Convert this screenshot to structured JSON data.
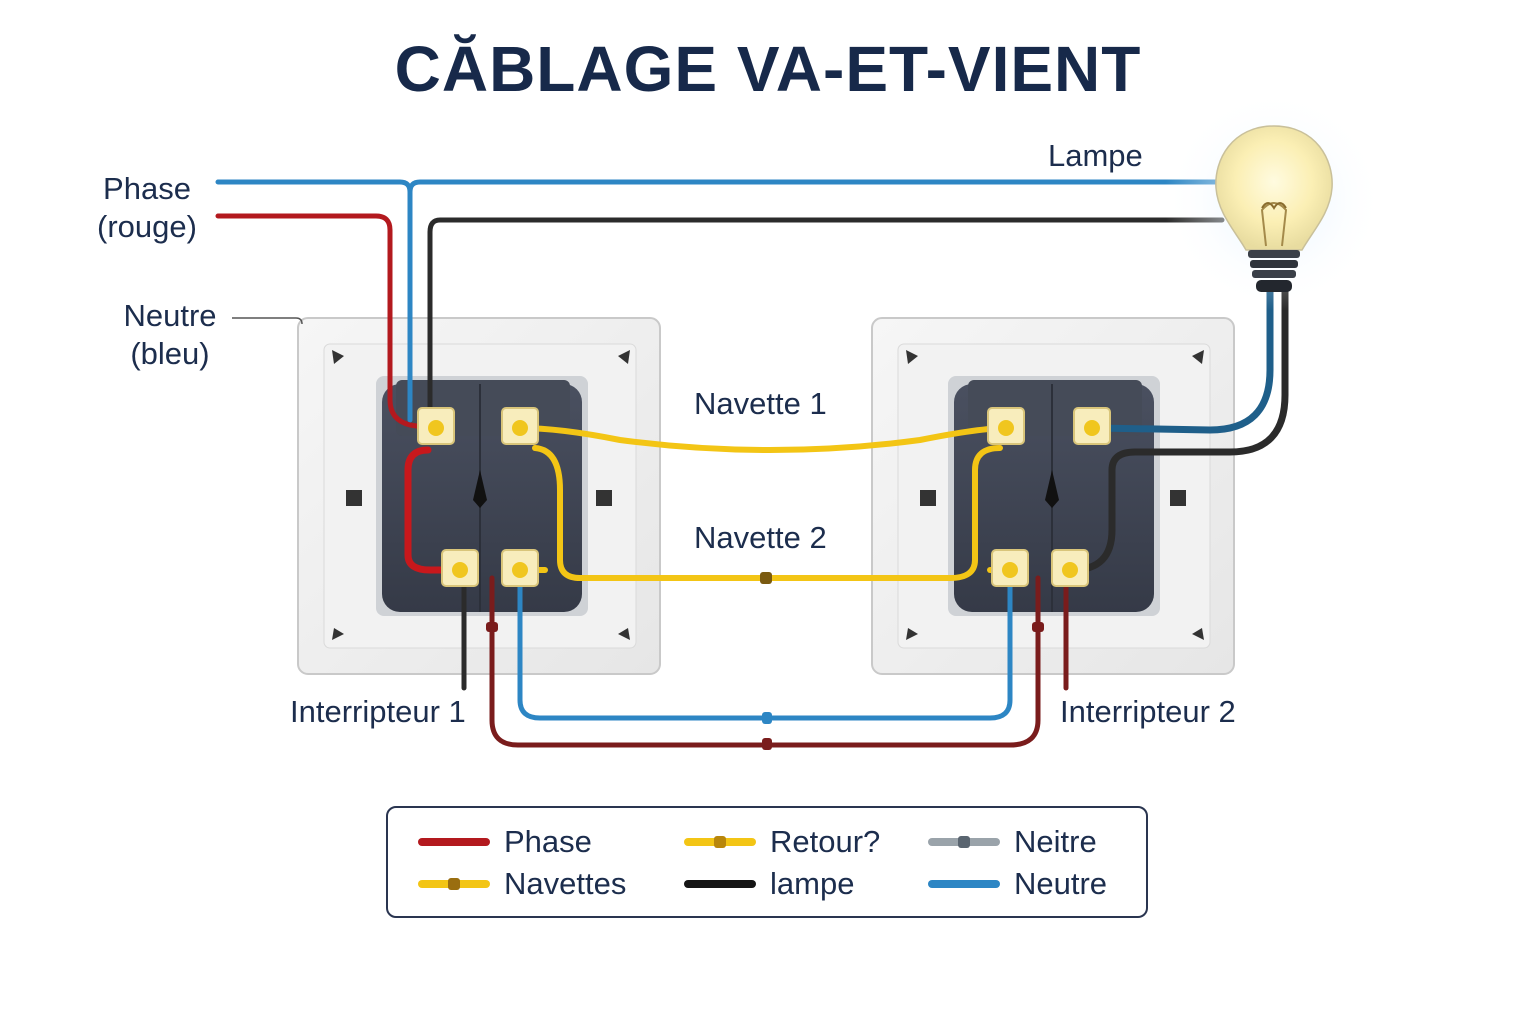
{
  "title": "CĂBLAGE VA-ET-VIENT",
  "labels": {
    "phase_line1": "Phase",
    "phase_line2": "(rouge)",
    "neutre_line1": "Neutre",
    "neutre_line2": "(bleu)",
    "lampe": "Lampe",
    "navette1": "Navette 1",
    "navette2": "Navette 2",
    "interrupteur1": "Interripteur 1",
    "interrupteur2": "Interripteur 2"
  },
  "legend": {
    "items": [
      {
        "label": "Phase",
        "color": "#b3191e"
      },
      {
        "label": "Retour?",
        "color": "#f3c515"
      },
      {
        "label": "Neitre",
        "color": "#9aa3aa"
      },
      {
        "label": "Navettes",
        "color": "#f3c515"
      },
      {
        "label": "lampe",
        "color": "#151515"
      },
      {
        "label": "Neutre",
        "color": "#2d86c4"
      }
    ]
  },
  "colors": {
    "phase": "#b3191e",
    "neutre": "#2d86c4",
    "navette": "#f3c515",
    "lampe": "#1a1a1a",
    "text": "#17294a"
  },
  "icons": [
    "light-bulb-icon",
    "switch-icon"
  ]
}
